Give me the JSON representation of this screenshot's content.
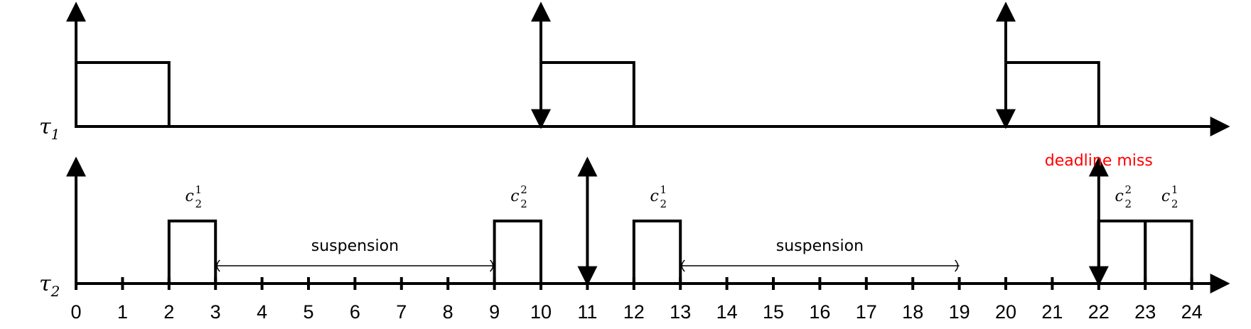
{
  "timeline": {
    "ticks": [
      "0",
      "1",
      "2",
      "3",
      "4",
      "5",
      "6",
      "7",
      "8",
      "9",
      "10",
      "11",
      "12",
      "13",
      "14",
      "15",
      "16",
      "17",
      "18",
      "19",
      "20",
      "21",
      "22",
      "23",
      "24"
    ]
  },
  "tasks": [
    {
      "symbol": "τ",
      "index": "1",
      "jobs": [
        {
          "start": 0,
          "end": 2
        },
        {
          "start": 10,
          "end": 12
        },
        {
          "start": 20,
          "end": 22
        }
      ],
      "releases": [
        0,
        10,
        20
      ],
      "deadlines": [
        10,
        20
      ]
    },
    {
      "symbol": "τ",
      "index": "2",
      "segments": [
        {
          "start": 2,
          "end": 3,
          "base": "c",
          "sup": "1",
          "sub": "2"
        },
        {
          "start": 9,
          "end": 10,
          "base": "c",
          "sup": "2",
          "sub": "2"
        },
        {
          "start": 12,
          "end": 13,
          "base": "c",
          "sup": "1",
          "sub": "2"
        },
        {
          "start": 22,
          "end": 23,
          "base": "c",
          "sup": "2",
          "sub": "2"
        },
        {
          "start": 23,
          "end": 24,
          "base": "c",
          "sup": "1",
          "sub": "2"
        }
      ],
      "releases": [
        0,
        11
      ],
      "deadlines": [
        11,
        22
      ],
      "suspensions": [
        {
          "start": 3,
          "end": 9,
          "label": "suspension"
        },
        {
          "start": 13,
          "end": 19,
          "label": "suspension"
        }
      ]
    }
  ],
  "annotations": {
    "deadline_miss": {
      "text": "deadline miss",
      "at": 22,
      "color": "#ff0000"
    }
  }
}
